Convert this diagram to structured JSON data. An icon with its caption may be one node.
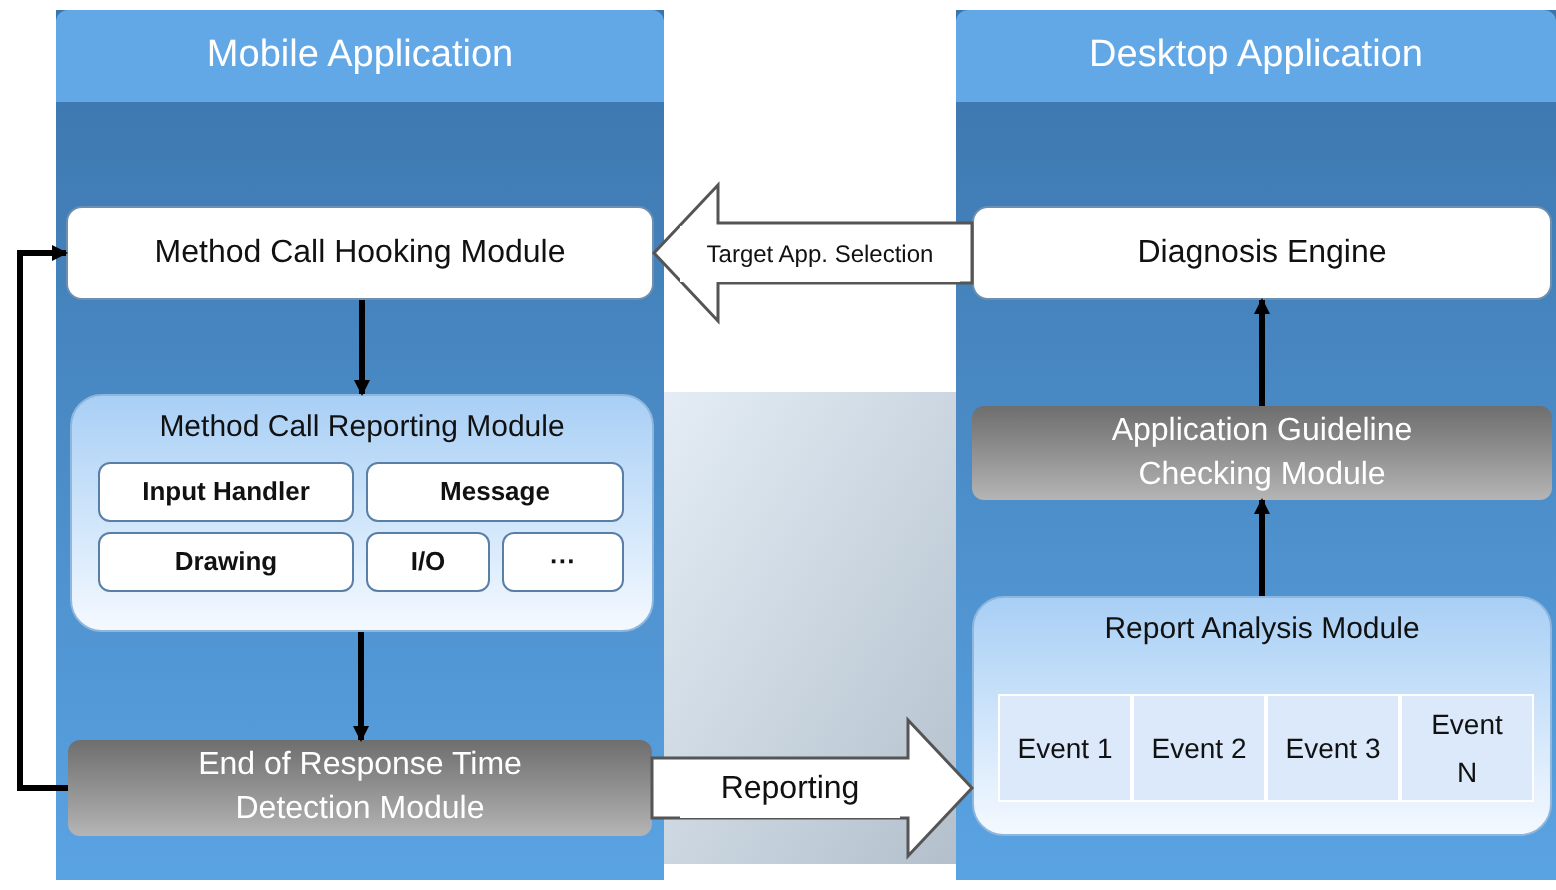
{
  "diagram": {
    "nodes": [
      {
        "text": [
          "Mobile Application"
        ]
      },
      {
        "text": [
          "Method Call Hooking Module"
        ],
        "in": 0
      },
      {
        "text": [
          "Method Call Reporting Module"
        ],
        "in": 0
      },
      {
        "text": [
          "Input Handler"
        ],
        "in": 2
      },
      {
        "text": [
          "Message"
        ],
        "in": 2
      },
      {
        "text": [
          "Drawing"
        ],
        "in": 2
      },
      {
        "text": [
          "I/O"
        ],
        "in": 2
      },
      {
        "text": [
          "···"
        ],
        "in": 2
      },
      {
        "text": [
          "End of Response Time Detection Module"
        ],
        "in": 0
      },
      {
        "text": [
          "Desktop Application"
        ]
      },
      {
        "text": [
          "Diagnosis Engine"
        ],
        "in": 9
      },
      {
        "text": [
          "Application Guideline Checking Module"
        ],
        "in": 9
      },
      {
        "text": [
          "Report Analysis Module"
        ],
        "in": 9
      },
      {
        "text": [
          "Event 1"
        ],
        "in": 12
      },
      {
        "text": [
          "Event 2"
        ],
        "in": 12
      },
      {
        "text": [
          "Event 3"
        ],
        "in": 12
      },
      {
        "text": [
          "Event N"
        ],
        "in": 12
      }
    ],
    "edges": [
      {
        "from": 1,
        "to": 2,
        "arrow": "to"
      },
      {
        "from": 2,
        "to": 8,
        "arrow": "to"
      },
      {
        "from": 8,
        "to": 1,
        "arrow": "to"
      },
      {
        "from": 10,
        "to": 1,
        "arrow": "to",
        "label": "Target App. Selection"
      },
      {
        "from": 8,
        "to": 12,
        "arrow": "to",
        "label": "Reporting"
      },
      {
        "from": 12,
        "to": 11,
        "arrow": "to"
      },
      {
        "from": 11,
        "to": 10,
        "arrow": "to"
      }
    ]
  }
}
